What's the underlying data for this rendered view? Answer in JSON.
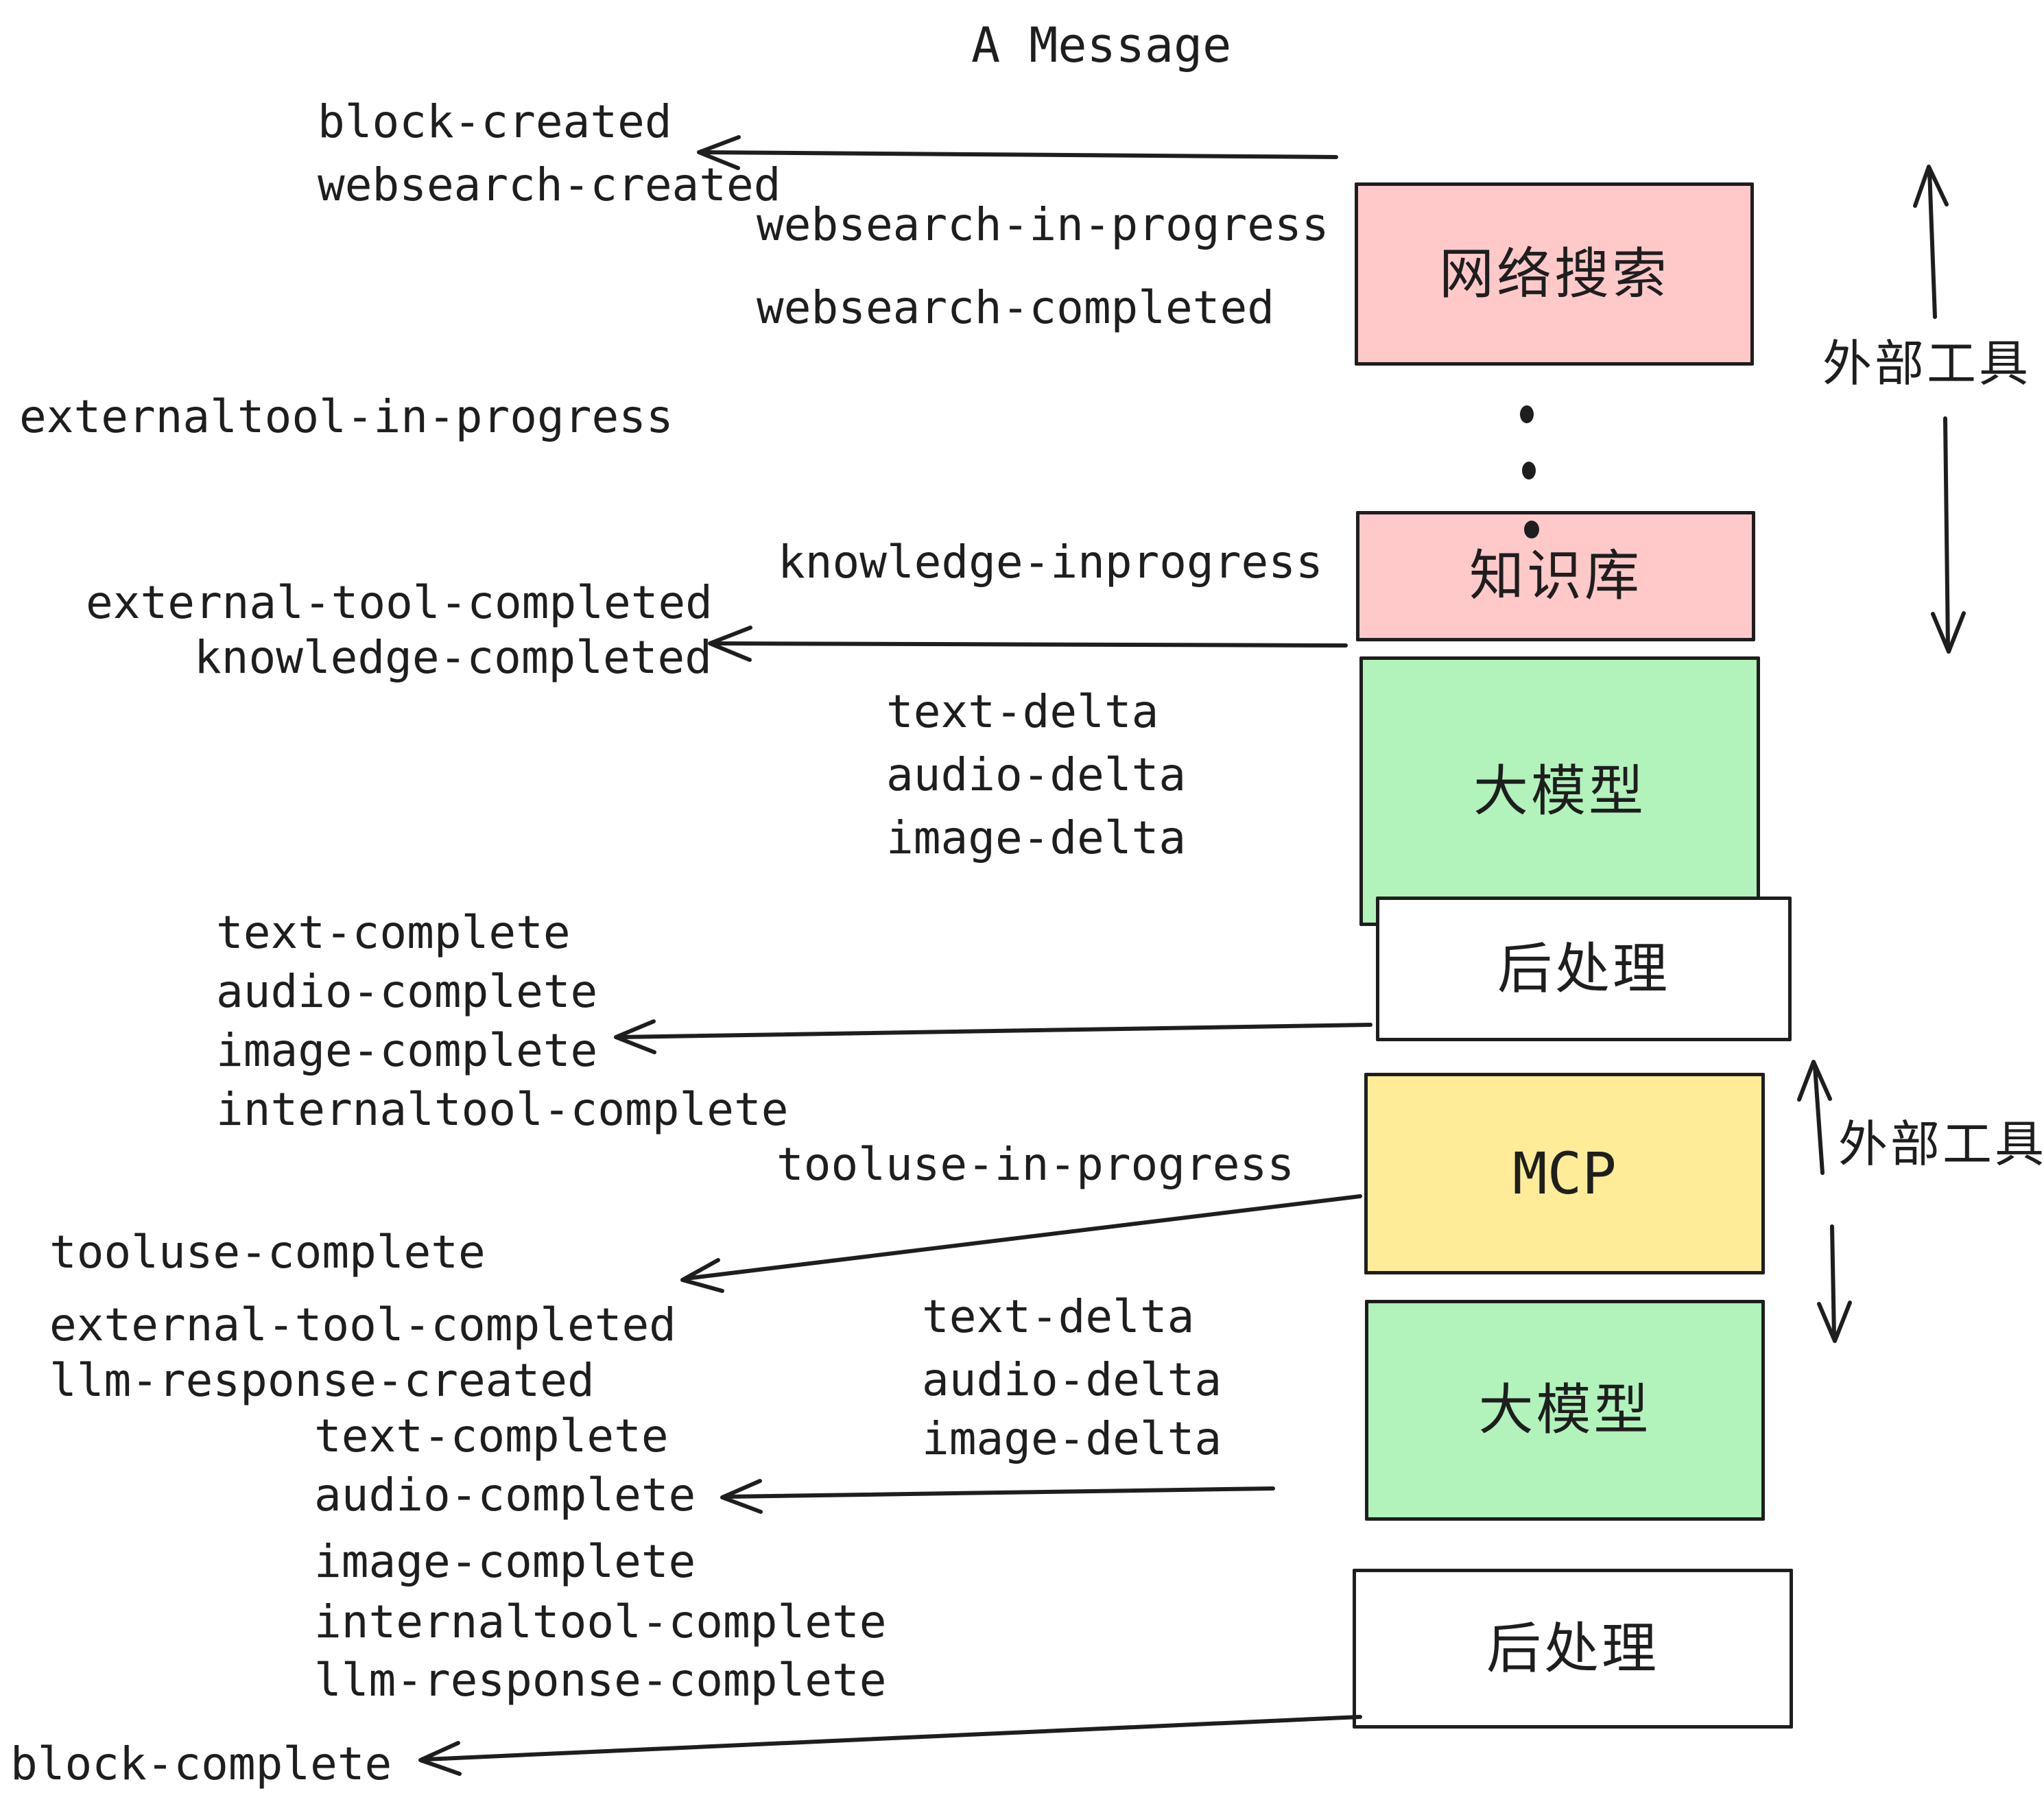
{
  "title": "A Message",
  "events": {
    "block_created": "block-created",
    "websearch_created": "websearch-created",
    "websearch_in_progress": "websearch-in-progress",
    "websearch_completed": "websearch-completed",
    "externaltool_in_progress": "externaltool-in-progress",
    "knowledge_inprogress": "knowledge-inprogress",
    "external_tool_completed_1": "external-tool-completed",
    "knowledge_completed": "knowledge-completed",
    "text_delta_1": "text-delta",
    "audio_delta_1": "audio-delta",
    "image_delta_1": "image-delta",
    "text_complete_1": "text-complete",
    "audio_complete_1": "audio-complete",
    "image_complete_1": "image-complete",
    "internaltool_complete_1": "internaltool-complete",
    "tooluse_in_progress": "tooluse-in-progress",
    "tooluse_complete": "tooluse-complete",
    "external_tool_completed_2": "external-tool-completed",
    "llm_response_created": "llm-response-created",
    "text_complete_2": "text-complete",
    "audio_complete_2": "audio-complete",
    "image_complete_2": "image-complete",
    "internaltool_complete_2": "internaltool-complete",
    "llm_response_complete": "llm-response-complete",
    "block_complete": "block-complete",
    "text_delta_2": "text-delta",
    "audio_delta_2": "audio-delta",
    "image_delta_2": "image-delta"
  },
  "boxes": {
    "websearch": "网络搜索",
    "knowledge": "知识库",
    "llm_top": "大模型",
    "postprocess_top": "后处理",
    "mcp": "MCP",
    "llm_bottom": "大模型",
    "postprocess_bottom": "后处理"
  },
  "annotations": {
    "external_tools_top": "外部工具",
    "external_tools_mcp": "外部工具"
  },
  "colors": {
    "box_pink": "#FFC9C9",
    "box_green": "#B2F2BB",
    "box_yellow": "#FFEC99",
    "box_white": "#FFFFFF",
    "ink": "#1E1E1E",
    "background": "#FFFFFF"
  }
}
